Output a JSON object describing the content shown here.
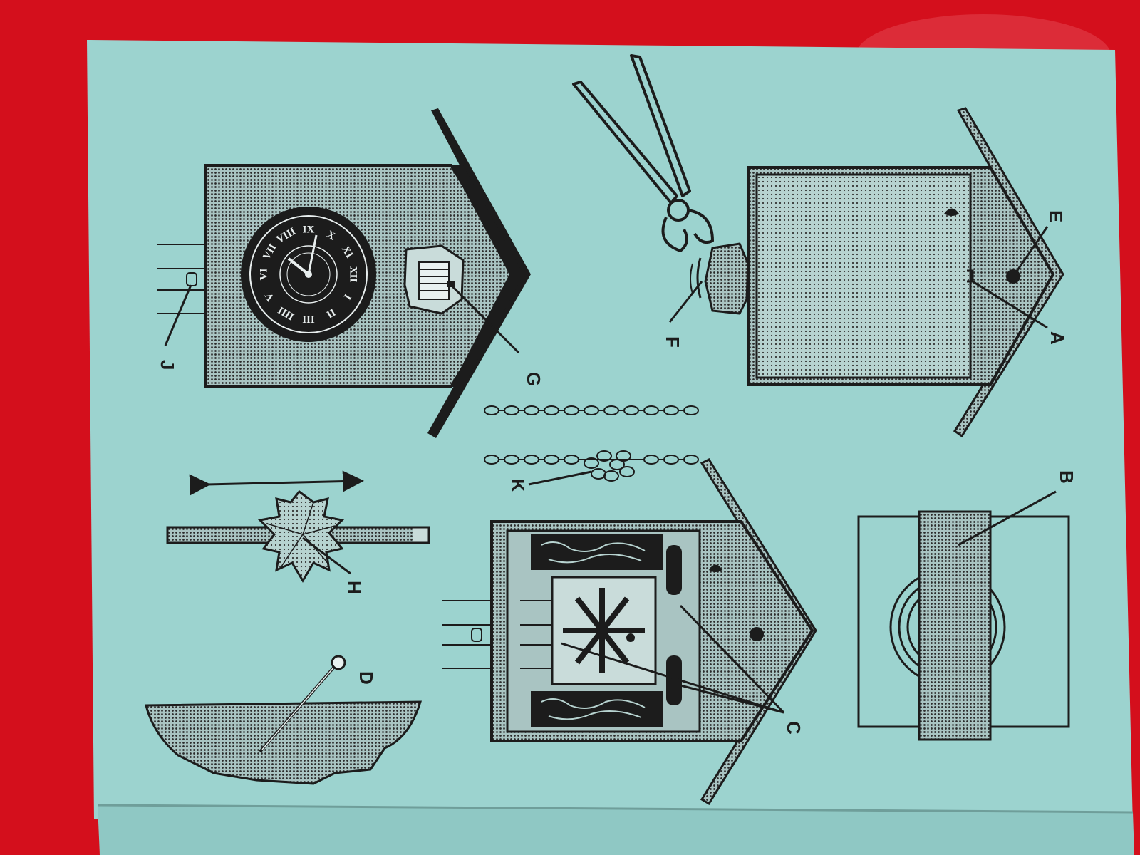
{
  "colors": {
    "table": "#d40f1c",
    "paper": "#9cd3cf",
    "paper_lower": "#8fc8c4",
    "ink": "#1c1c1c",
    "screen": "#7d9a98"
  },
  "labels": {
    "a": "A",
    "b": "B",
    "c": "C",
    "d": "D",
    "e": "E",
    "f": "F",
    "g": "G",
    "h": "H",
    "j": "J",
    "k": "K"
  },
  "clock_face": {
    "numerals": [
      "XII",
      "I",
      "II",
      "III",
      "IIII",
      "V",
      "VI",
      "VII",
      "VIII",
      "IX",
      "X",
      "XI"
    ]
  },
  "icons": {
    "pliers": "pliers-icon",
    "arrow": "double-arrow-icon",
    "pin": "pin-icon",
    "pendulum": "pendulum-icon"
  }
}
